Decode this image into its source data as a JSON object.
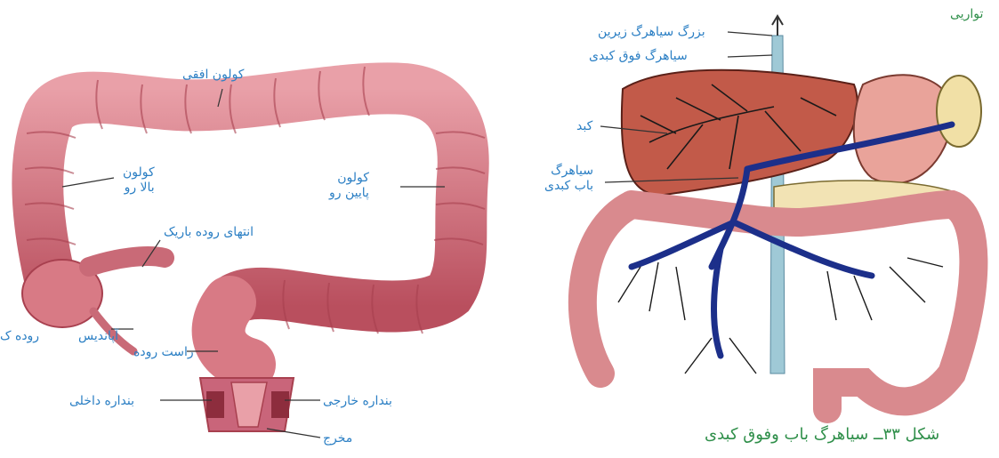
{
  "colon_figure": {
    "transverse_colon": "کولون افقی",
    "ascending_colon": [
      "کولون",
      "بالا رو"
    ],
    "descending_colon": [
      "کولون",
      "پایین رو"
    ],
    "small_intestine_end": "انتهای روده باریک",
    "appendix": "آپاندیس",
    "small_intestine_cut": "روده ک",
    "rectum": [
      "راست روده"
    ],
    "internal_sphincter": "بنداره داخلی",
    "external_sphincter": "بنداره خارجی",
    "anus": "مخرج"
  },
  "portal_figure": {
    "top_cut": "تواريی",
    "inferior_vena_cava": "بزرگ سیاهرگ زیرین",
    "hepatic_vein": "سیاهرگ فوق کبدی",
    "liver": "کبد",
    "portal_vein": [
      "سیاهرگ",
      "باب کبدی"
    ],
    "caption": "شکل ۳۳ــ سیاهرگ باب وفوق کبدی"
  },
  "colors": {
    "label_blue": "#2b7fc4",
    "caption_green": "#2f8f4a",
    "colon_pink": "#d87a85",
    "colon_shadow": "#b94f5e",
    "vein_blue": "#1c2f8a",
    "vena_cava_light": "#9fc9d6",
    "liver_red": "#c25a49"
  }
}
